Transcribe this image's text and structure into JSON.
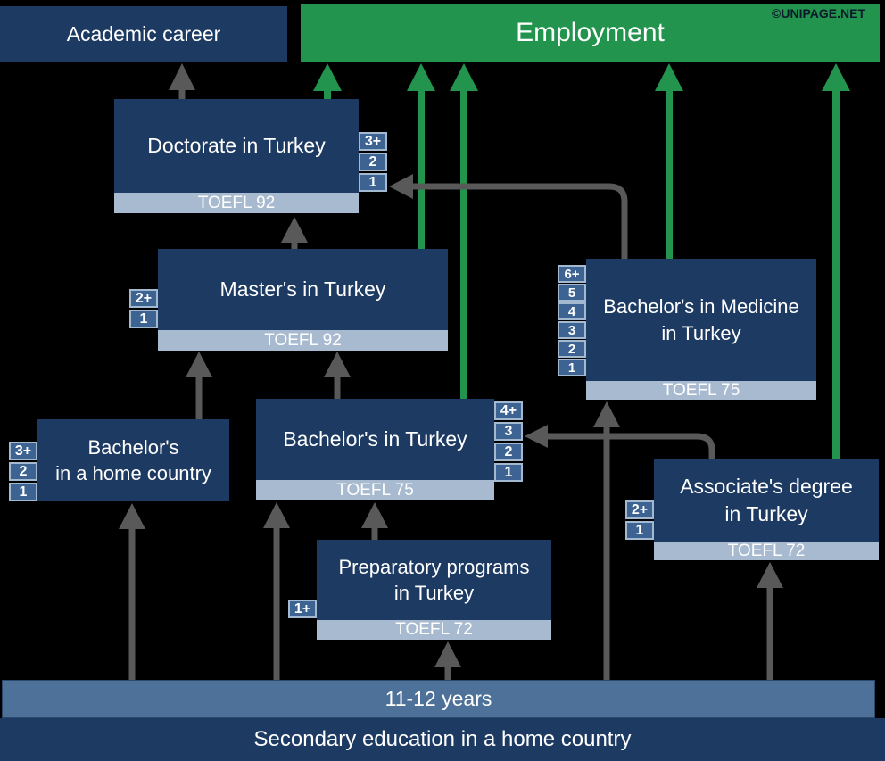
{
  "watermark": "©UNIPAGE.NET",
  "outcomes": {
    "academic": {
      "label": "Academic career"
    },
    "employment": {
      "label": "Employment"
    }
  },
  "nodes": {
    "doctorate": {
      "title": "Doctorate in Turkey",
      "exam": "TOEFL 92",
      "years": [
        "3+",
        "2",
        "1"
      ]
    },
    "masters": {
      "title": "Master's in Turkey",
      "exam": "TOEFL 92",
      "years": [
        "2+",
        "1"
      ]
    },
    "medicine": {
      "line1": "Bachelor's in Medicine",
      "line2": "in Turkey",
      "exam": "TOEFL 75",
      "years": [
        "6+",
        "5",
        "4",
        "3",
        "2",
        "1"
      ]
    },
    "bachelor_home": {
      "line1": "Bachelor's",
      "line2": "in a home country",
      "years": [
        "3+",
        "2",
        "1"
      ]
    },
    "bachelor_turkey": {
      "title": "Bachelor's in Turkey",
      "exam": "TOEFL 75",
      "years": [
        "4+",
        "3",
        "2",
        "1"
      ]
    },
    "associate": {
      "line1": "Associate's degree",
      "line2": "in Turkey",
      "exam": "TOEFL 72",
      "years": [
        "2+",
        "1"
      ]
    },
    "prep": {
      "line1": "Preparatory programs",
      "line2": "in Turkey",
      "exam": "TOEFL 72",
      "years": [
        "1+"
      ]
    }
  },
  "secondary": {
    "duration": "11-12 years",
    "label": "Secondary education in a home country"
  },
  "colors": {
    "navy": "#1d3a62",
    "badge_fill": "#3c6392",
    "badge_border": "#a3b9cf",
    "exam_strip": "#a8bacf",
    "duration_bar": "#4d7198",
    "green": "#22944d",
    "arrow_gray": "#595959"
  }
}
